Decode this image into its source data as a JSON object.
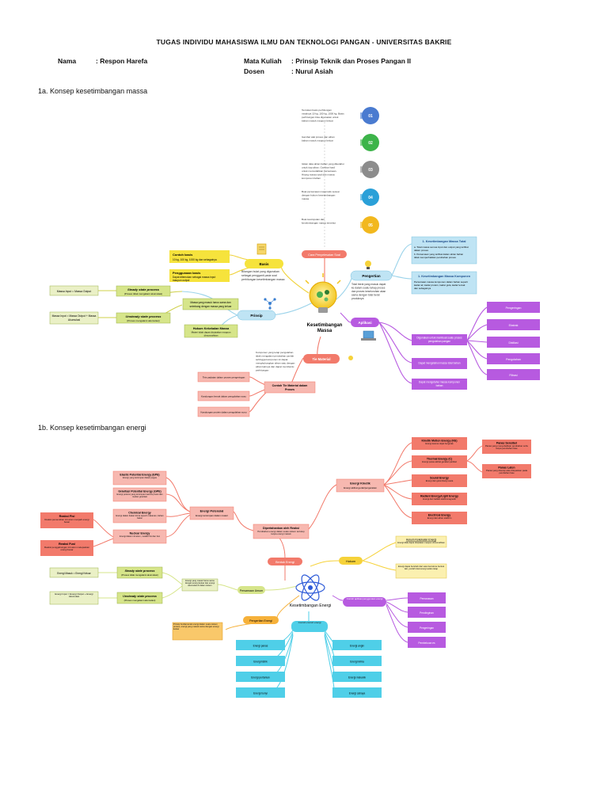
{
  "header": {
    "title": "TUGAS INDIVIDU MAHASISWA ILMU DAN TEKNOLOGI PANGAN - UNIVERSITAS BAKRIE",
    "nama_label": "Nama",
    "nama_value": ": Respon Harefa",
    "matkul_label": "Mata Kuliah",
    "matkul_value": ": Prinsip Teknik dan Proses Pangan II",
    "dosen_label": "Dosen",
    "dosen_value": ": Nurul Asiah"
  },
  "section1": {
    "heading": "1a. Konsep kesetimbangan massa",
    "center": [
      "Kesetimbangan",
      "Massa"
    ],
    "steps": [
      {
        "num": "01",
        "color": "#4a7bd0",
        "text": [
          "Tentukan basis perhitungan",
          "misalnya 10 kg, 100 kg, 1000 kg. Basis",
          "perhitungan bisa digunakan untuk",
          "bahan masuk maupun keluar"
        ]
      },
      {
        "num": "02",
        "color": "#3db44a",
        "text": [
          "Gambar alat proses dan aliran",
          "bahan masuk maupun keluar"
        ]
      },
      {
        "num": "03",
        "color": "#8c8c8c",
        "text": [
          "Isikan data aliran bahan yang diketahui",
          "untuk tiap aliran. Gambar hasil",
          "untuk memudahkan persamaan.",
          "Hitung massa total dan massa",
          "komponen bahan"
        ]
      },
      {
        "num": "04",
        "color": "#2aa0d8",
        "text": [
          "Buat persamaan matematis sesuai",
          "dengan hukum kesetimbangan",
          "massa"
        ]
      },
      {
        "num": "05",
        "color": "#f2b81e",
        "text": [
          "Buat kesimpulan dari",
          "kesetimbangan massa tersebut"
        ]
      }
    ],
    "cara": "Cara Penyelesaian Soal",
    "basis": "Basis",
    "basis_desc": [
      "Bilangan bulat yang digunakan",
      "sebagai pengganti pada soal",
      "perhitungan kesetimbangan massa"
    ],
    "contoh_basis": {
      "title": "Contoh basis",
      "text": "10 kg, 100 kg, 1000 kg dan sebagainya"
    },
    "penggunaan_basis": {
      "title": "Penggunaan basis",
      "text": [
        "Dapat ditemukan sebagai massa input",
        "maupun output"
      ]
    },
    "steady": {
      "title": "Steady state process",
      "text": "(Proses tidak mengalami akumulasi)"
    },
    "steady_formula": "Massa Input = Massa Output",
    "unsteady": {
      "title": "Unsteady state process",
      "text": "(Proses mengalami akumulasi)"
    },
    "unsteady_formula": [
      "Massa Input = Massa Output + Massa",
      "Akumulasi"
    ],
    "prinsip": "Prinsip",
    "prinsip_desc": [
      "Massa yang masuk harus sama dan",
      "seimbang dengan massa yang keluar"
    ],
    "hukum": {
      "title": "Hukum Kekekalan Massa",
      "text": [
        "Materi tidak dapat diciptakan maupun",
        "dimusnahkan"
      ]
    },
    "pengertian": "Pengertian",
    "pengertian_desc": [
      "Total berat yang masuk dapat",
      "ke dalam suatu tahap proses",
      "dan proses keseluruhan akan",
      "sama dengan total berat",
      "produknya"
    ],
    "kes_total": {
      "title": "1. Kesetimbangan Massa Total",
      "text": [
        "a. Total massa semua input dan output yang terlibat",
        "dalam proses",
        "b. Persamaan yang terlibat dalam aliran bahan",
        "tidak memperhatikan perubahan proses"
      ]
    },
    "kes_komponen": {
      "title": "1. Kesetimbangan Massa Komponen",
      "text": [
        "Persamaan massa komponen dalam bahan seperti",
        "kadar air, kadar protein, kadar gula, kadar lemak",
        "dan sebagainya"
      ]
    },
    "aplikasi": "Aplikasi",
    "aplikasi_items": [
      [
        "Digunakan untuk membuat suatu proses",
        "pengolahan pangan"
      ],
      [
        "Dapat mengetahui massa total bahan"
      ],
      [
        "Dapat mengetahui massa komponen",
        "bahan"
      ]
    ],
    "aplikasi_sub": [
      "Pengeringan",
      "Ekstrak",
      "Distilasi",
      "Pengolahan",
      "Filtrasi"
    ],
    "tm": "Tie Material",
    "tm_desc": [
      "Komponen yang tetap pengolahan",
      "tidak mengalami perubahan jumlah",
      "sehingga komponen ini dapat",
      "menghubungkan aliran satu dengan",
      "aliran lainnya dan dapat membantu",
      "perhitungan"
    ],
    "contoh_tm": [
      "Contoh Tie Material dalam",
      "Proses"
    ],
    "contoh_tm_items": [
      "Tiris padatan dalam proses pengeringan",
      "Kandungan lemak dalam pengolahan susu",
      "Kandungan protein dalam pengolahan susu"
    ]
  },
  "section2": {
    "heading": "1b. Konsep kesetimbangan energi",
    "center": "Kesetimbangan Energi",
    "eg_potensial": {
      "title": "Energi Potensial",
      "text": "Energi tersimpan dalam materi"
    },
    "potensial_items": [
      {
        "title": "Elastic Potential Energy (EPE)",
        "text": "Energi yang tersimpan dalam pegas"
      },
      {
        "title": "Gravitasi Potential Energy (GPE)",
        "text": "Energi potensi yang tersimpan karena posisi dan medan gravitasi"
      },
      {
        "title": "Chemical Energy",
        "text": "Energi dalam ikatan kimia seperti makanan, bahan bakar"
      },
      {
        "title": "Nuclear Energy",
        "text": "Energi dalam inti atom, melalui fisi dan fusi"
      }
    ],
    "reaksi_fisi": {
      "title": "Reaksi Fisi",
      "text": "Reaksi pemecahan inti atom menjadi energi besar"
    },
    "reaksi_fusi": {
      "title": "Reaksi Fusi",
      "text": "Reaksi penggabungan inti atom melepaskan energi besar"
    },
    "dipertahankan": {
      "title": "Dipertahankan oleh Reaksi",
      "text": "Perubahan energi dalam suatu sistem tertutup tanpa energi masuk"
    },
    "eg_kinetik": {
      "title": "Energi Kinetik",
      "text": "Energi akibat gerak/pergerakan"
    },
    "kinetik_items": [
      {
        "title": "Kinetik Motion Energy (KE)",
        "text": "Energi karena objek bergerak"
      },
      {
        "title": "Thermal Energy (ℂ)",
        "text": "Energi panas akibat gerakan partikel"
      },
      {
        "title": "Sound Energy",
        "text": "Energi dari gelombang suara"
      },
      {
        "title": "Radiant Energy/Light Energy",
        "text": "Energi dari radiasi elektromagnetik"
      },
      {
        "title": "Electrical Energy",
        "text": "Energi dari aliran elektron"
      }
    ],
    "panas_sensibel": {
      "title": "Panas Sensibel",
      "text": "Panas yang menyebabkan perubahan suhu tanpa perubahan fase"
    },
    "panas_laten": {
      "title": "Panas Laten",
      "text": "Panas yang diserap atau dilepaskan pada perubahan fase"
    },
    "bentuk_energi": "Bentuk Energi",
    "hukum": "Hukum",
    "hukum_kekekalan": {
      "title": "Hukum Kekekalan Energi",
      "text": "Energi tidak dapat diciptakan maupun dimusnahkan"
    },
    "hukum_desc": "Energi dapat berubah dari satu bentuk ke bentuk lain, jumlah total energi selalu tetap",
    "steady": {
      "title": "Steady state process",
      "text": "(Proses tidak mengalami akumulasi)"
    },
    "steady_formula": "Energi Masuk = Energi Keluar",
    "unsteady": {
      "title": "Unsteady state process",
      "text": "(Proses mengalami akumulasi)"
    },
    "unsteady_formula": "Energi Input = Energi Output + Energi Akumulasi",
    "persamaan": "Persamaan Umum",
    "persamaan_desc": "Energi yang masuk harus sama dengan energi keluar dan energi akumulasi di dalam sistem",
    "pengertian": "Pengertian Energi",
    "pengertian_desc": "Prinsip fundamental energi dalam suatu sistem proses, energi yang masuk sama dengan energi keluar",
    "aplikasi": "Contoh aplikasi penggunaan energi",
    "aplikasi_items": [
      "Pemanasan",
      "Pendinginan",
      "Pengeringan",
      "Pembekuan es"
    ],
    "contoh": "Contoh-contoh energi",
    "contoh_left": [
      "Energi panas",
      "Energi listrik",
      "Energi pertanian",
      "Energi bunyi"
    ],
    "contoh_right": [
      "Energi angin",
      "Energi kimia",
      "Energi mekanik",
      "Energi cahaya"
    ]
  }
}
